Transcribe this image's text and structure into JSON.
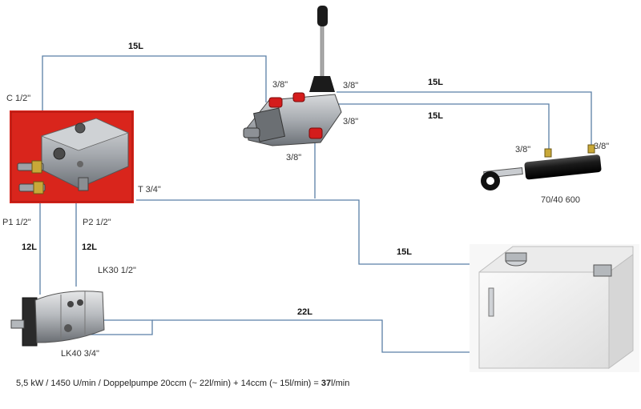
{
  "labels": {
    "valve_c": "C 1/2\"",
    "valve_p1": "P1 1/2\"",
    "valve_p2": "P2 1/2\"",
    "valve_t": "T 3/4\"",
    "ctl_in": "3/8\"",
    "ctl_a": "3/8\"",
    "ctl_b": "3/8\"",
    "ctl_t": "3/8\"",
    "cyl_left": "3/8\"",
    "cyl_right": "3/8\"",
    "cylinder": "70/40 600",
    "pump_lk30": "LK30 1/2\"",
    "pump_lk40": "LK40 3/4\""
  },
  "flows": {
    "top": "15L",
    "cyl_a": "15L",
    "cyl_b": "15L",
    "tank_return": "15L",
    "p1": "12L",
    "p2": "12L",
    "suction": "22L"
  },
  "footer": {
    "text": "5,5 kW / 1450 U/min / Doppelpumpe 20ccm (~ 22l/min) + 14ccm (~ 15l/min) = ",
    "total": "37",
    "unit": "l/min"
  },
  "colors": {
    "line": "#5b7fa6",
    "valve_red": "#d9251c",
    "steel": "#9aa0a6",
    "cylinder": "#1c1c1c",
    "tank": "#f4f4f4"
  }
}
